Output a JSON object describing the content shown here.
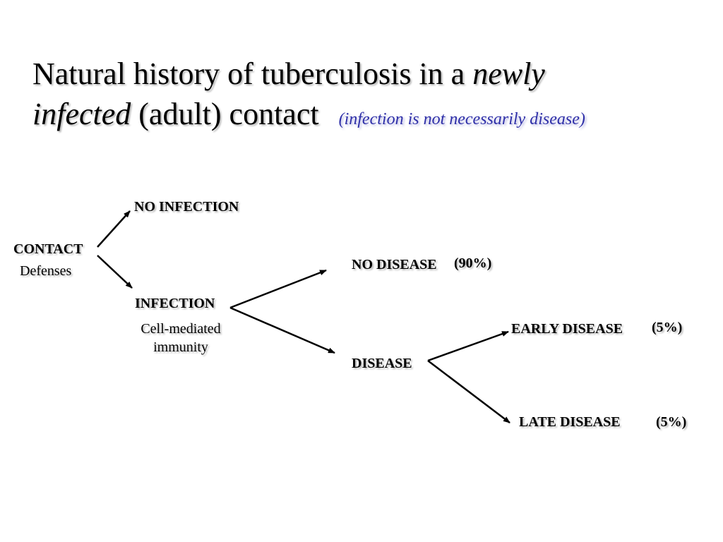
{
  "title": {
    "part1": "Natural history of tuberculosis in a ",
    "italic1": "newly",
    "italic2": "infected",
    "part2": " (adult) contact",
    "subtitle": "(infection is not necessarily disease)"
  },
  "diagram": {
    "contact": "CONTACT",
    "defenses": "Defenses",
    "no_infection": "NO INFECTION",
    "infection": "INFECTION",
    "cmi_line1": "Cell-mediated",
    "cmi_line2": "immunity",
    "no_disease": "NO DISEASE",
    "no_disease_pct": "(90%)",
    "disease": "DISEASE",
    "early_disease": "EARLY DISEASE",
    "early_pct": "(5%)",
    "late_disease": "LATE DISEASE",
    "late_pct": "(5%)"
  },
  "colors": {
    "subtitle": "#2e2fa8",
    "text": "#000000"
  }
}
